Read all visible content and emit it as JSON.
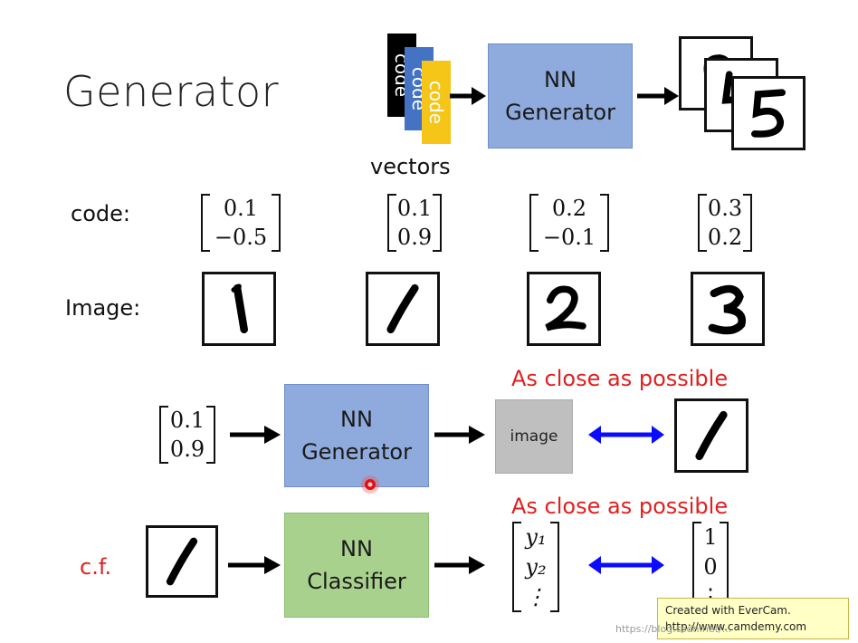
{
  "title": "Generator",
  "top": {
    "code_cards": [
      "code",
      "code",
      "code"
    ],
    "vectors_label": "vectors",
    "generator_line1": "NN",
    "generator_line2": "Generator"
  },
  "code_label": "code:",
  "image_label": "Image:",
  "codes": [
    {
      "v1": "0.1",
      "v2": "−0.5"
    },
    {
      "v1": "0.1",
      "v2": "0.9"
    },
    {
      "v1": "0.2",
      "v2": "−0.1"
    },
    {
      "v1": "0.3",
      "v2": "0.2"
    }
  ],
  "digits_shown": [
    "1",
    "1",
    "2",
    "3"
  ],
  "middle": {
    "input": {
      "v1": "0.1",
      "v2": "0.9"
    },
    "box_line1": "NN",
    "box_line2": "Generator",
    "output_label": "image",
    "close_label": "As close as possible"
  },
  "bottom": {
    "cf_label": "c.f.",
    "box_line1": "NN",
    "box_line2": "Classifier",
    "close_label": "As close as possible",
    "outputs": [
      "y₁",
      "y₂",
      "⋮"
    ],
    "target": [
      "1",
      "0",
      "⋮"
    ]
  },
  "footer": {
    "evercam_line1": "Created with EverCam.",
    "evercam_line2": "http://www.camdemy.com",
    "watermark": "https://blog.csdn.net/..."
  },
  "colors": {
    "generator_box": "#8faadc",
    "classifier_box": "#a9d18e",
    "accent_red": "#e02020",
    "double_arrow": "#0b0bff"
  }
}
